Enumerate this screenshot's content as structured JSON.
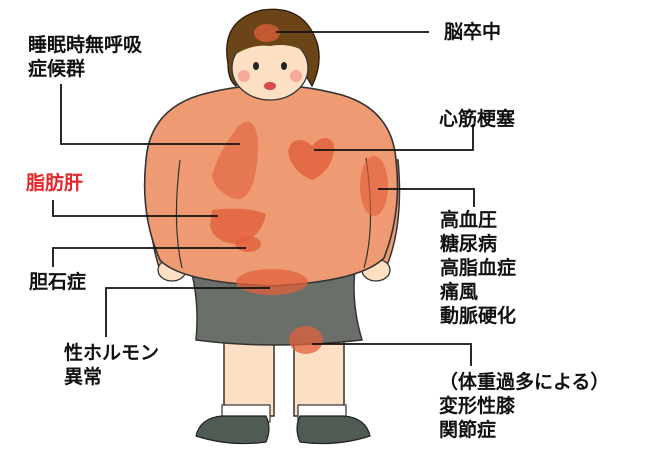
{
  "colors": {
    "body": "#ee9a73",
    "highlight": "#e0603c",
    "skirt": "#6a6f69",
    "hair": "#6b4517",
    "skin": "#fde0c4",
    "leader_line": "#111111",
    "label_text": "#111111",
    "label_highlight": "#e8262a"
  },
  "labels": {
    "stroke": "脳卒中",
    "sleep_apnea": [
      "睡眠時無呼吸",
      "症候群"
    ],
    "heart_infarction": "心筋梗塞",
    "fatty_liver": "脂肪肝",
    "gallstone": "胆石症",
    "lifestyle": [
      "高血圧",
      "糖尿病",
      "高脂血症",
      "痛風",
      "動脈硬化"
    ],
    "sex_hormone": [
      "性ホルモン",
      "異常"
    ],
    "knee": [
      "（体重過多による）",
      "変形性膝",
      "関節症"
    ]
  }
}
